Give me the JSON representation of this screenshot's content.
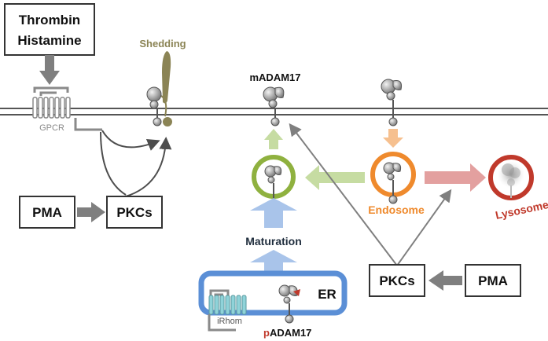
{
  "boxes": {
    "thrombin_line1": "Thrombin",
    "thrombin_line2": "Histamine",
    "pma_left": "PMA",
    "pkcs_left": "PKCs",
    "pkcs_right": "PKCs",
    "pma_right": "PMA"
  },
  "labels": {
    "shedding": "Shedding",
    "gpcr": "GPCR",
    "madam17": "mADAM17",
    "maturation": "Maturation",
    "er": "ER",
    "irhom": "iRhom",
    "padam17_prefix": "p",
    "padam17_rest": "ADAM17",
    "endosome": "Endosome",
    "lysosome": "Lysosome"
  },
  "colors": {
    "gray_arrow": "#7f7f7f",
    "green": "#8fb13f",
    "light_green": "#c6dca2",
    "orange": "#ef8a2d",
    "light_orange": "#f6c08f",
    "red": "#c0392b",
    "light_red": "#e3a09f",
    "blue": "#5b8fd6",
    "light_blue": "#a9c4ea",
    "teal": "#8fd3d9",
    "olive": "#8b8455",
    "dark_navy": "#1f2d3d"
  }
}
